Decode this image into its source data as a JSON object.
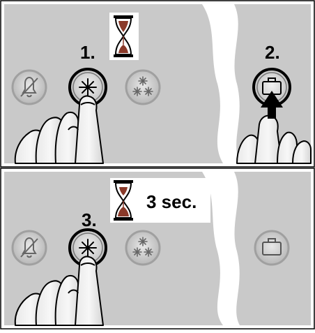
{
  "panels": {
    "top": {
      "step_left": "1.",
      "step_right": "2."
    },
    "bottom": {
      "step": "3.",
      "duration": "3 sec."
    }
  },
  "icons": {
    "bell": "bell-off-icon",
    "single_snowflake": "snowflake-icon",
    "multi_snowflake": "super-freeze-icon",
    "briefcase": "holiday-briefcase-icon",
    "timer": "hourglass-icon",
    "pointer": "finger-pointer-icon",
    "arrow": "press-arrow-icon"
  },
  "colors": {
    "panel": "#c9c9c9",
    "panel_gap": "#ffffff",
    "button_ring_inactive": "#a0a0a0",
    "button_ring_active": "#000000",
    "sand": "#8a3a2a"
  }
}
